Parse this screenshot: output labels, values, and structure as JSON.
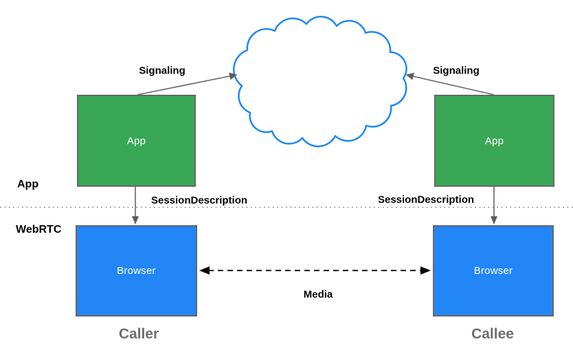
{
  "diagram": {
    "lanes": {
      "top": {
        "label": "App"
      },
      "bottom": {
        "label": "WebRTC"
      }
    },
    "nodes": {
      "caller_app": {
        "label": "App"
      },
      "callee_app": {
        "label": "App"
      },
      "caller_browser": {
        "label": "Browser"
      },
      "callee_browser": {
        "label": "Browser"
      }
    },
    "edges": {
      "signaling_left": {
        "label": "Signaling"
      },
      "signaling_right": {
        "label": "Signaling"
      },
      "session_description_left": {
        "label": "SessionDescription"
      },
      "session_description_right": {
        "label": "SessionDescription"
      },
      "media": {
        "label": "Media"
      }
    },
    "captions": {
      "caller": "Caller",
      "callee": "Callee"
    },
    "colors": {
      "app_box_fill": "#3AA757",
      "browser_box_fill": "#2286F7",
      "box_border": "#666666",
      "box_text": "#FFFFFF",
      "cloud_stroke": "#1E88F7",
      "arrow": "#666666",
      "media_arrow": "#000000",
      "divider": "#898989",
      "label_text": "#000000",
      "caption_text": "#6E6E6E"
    }
  }
}
